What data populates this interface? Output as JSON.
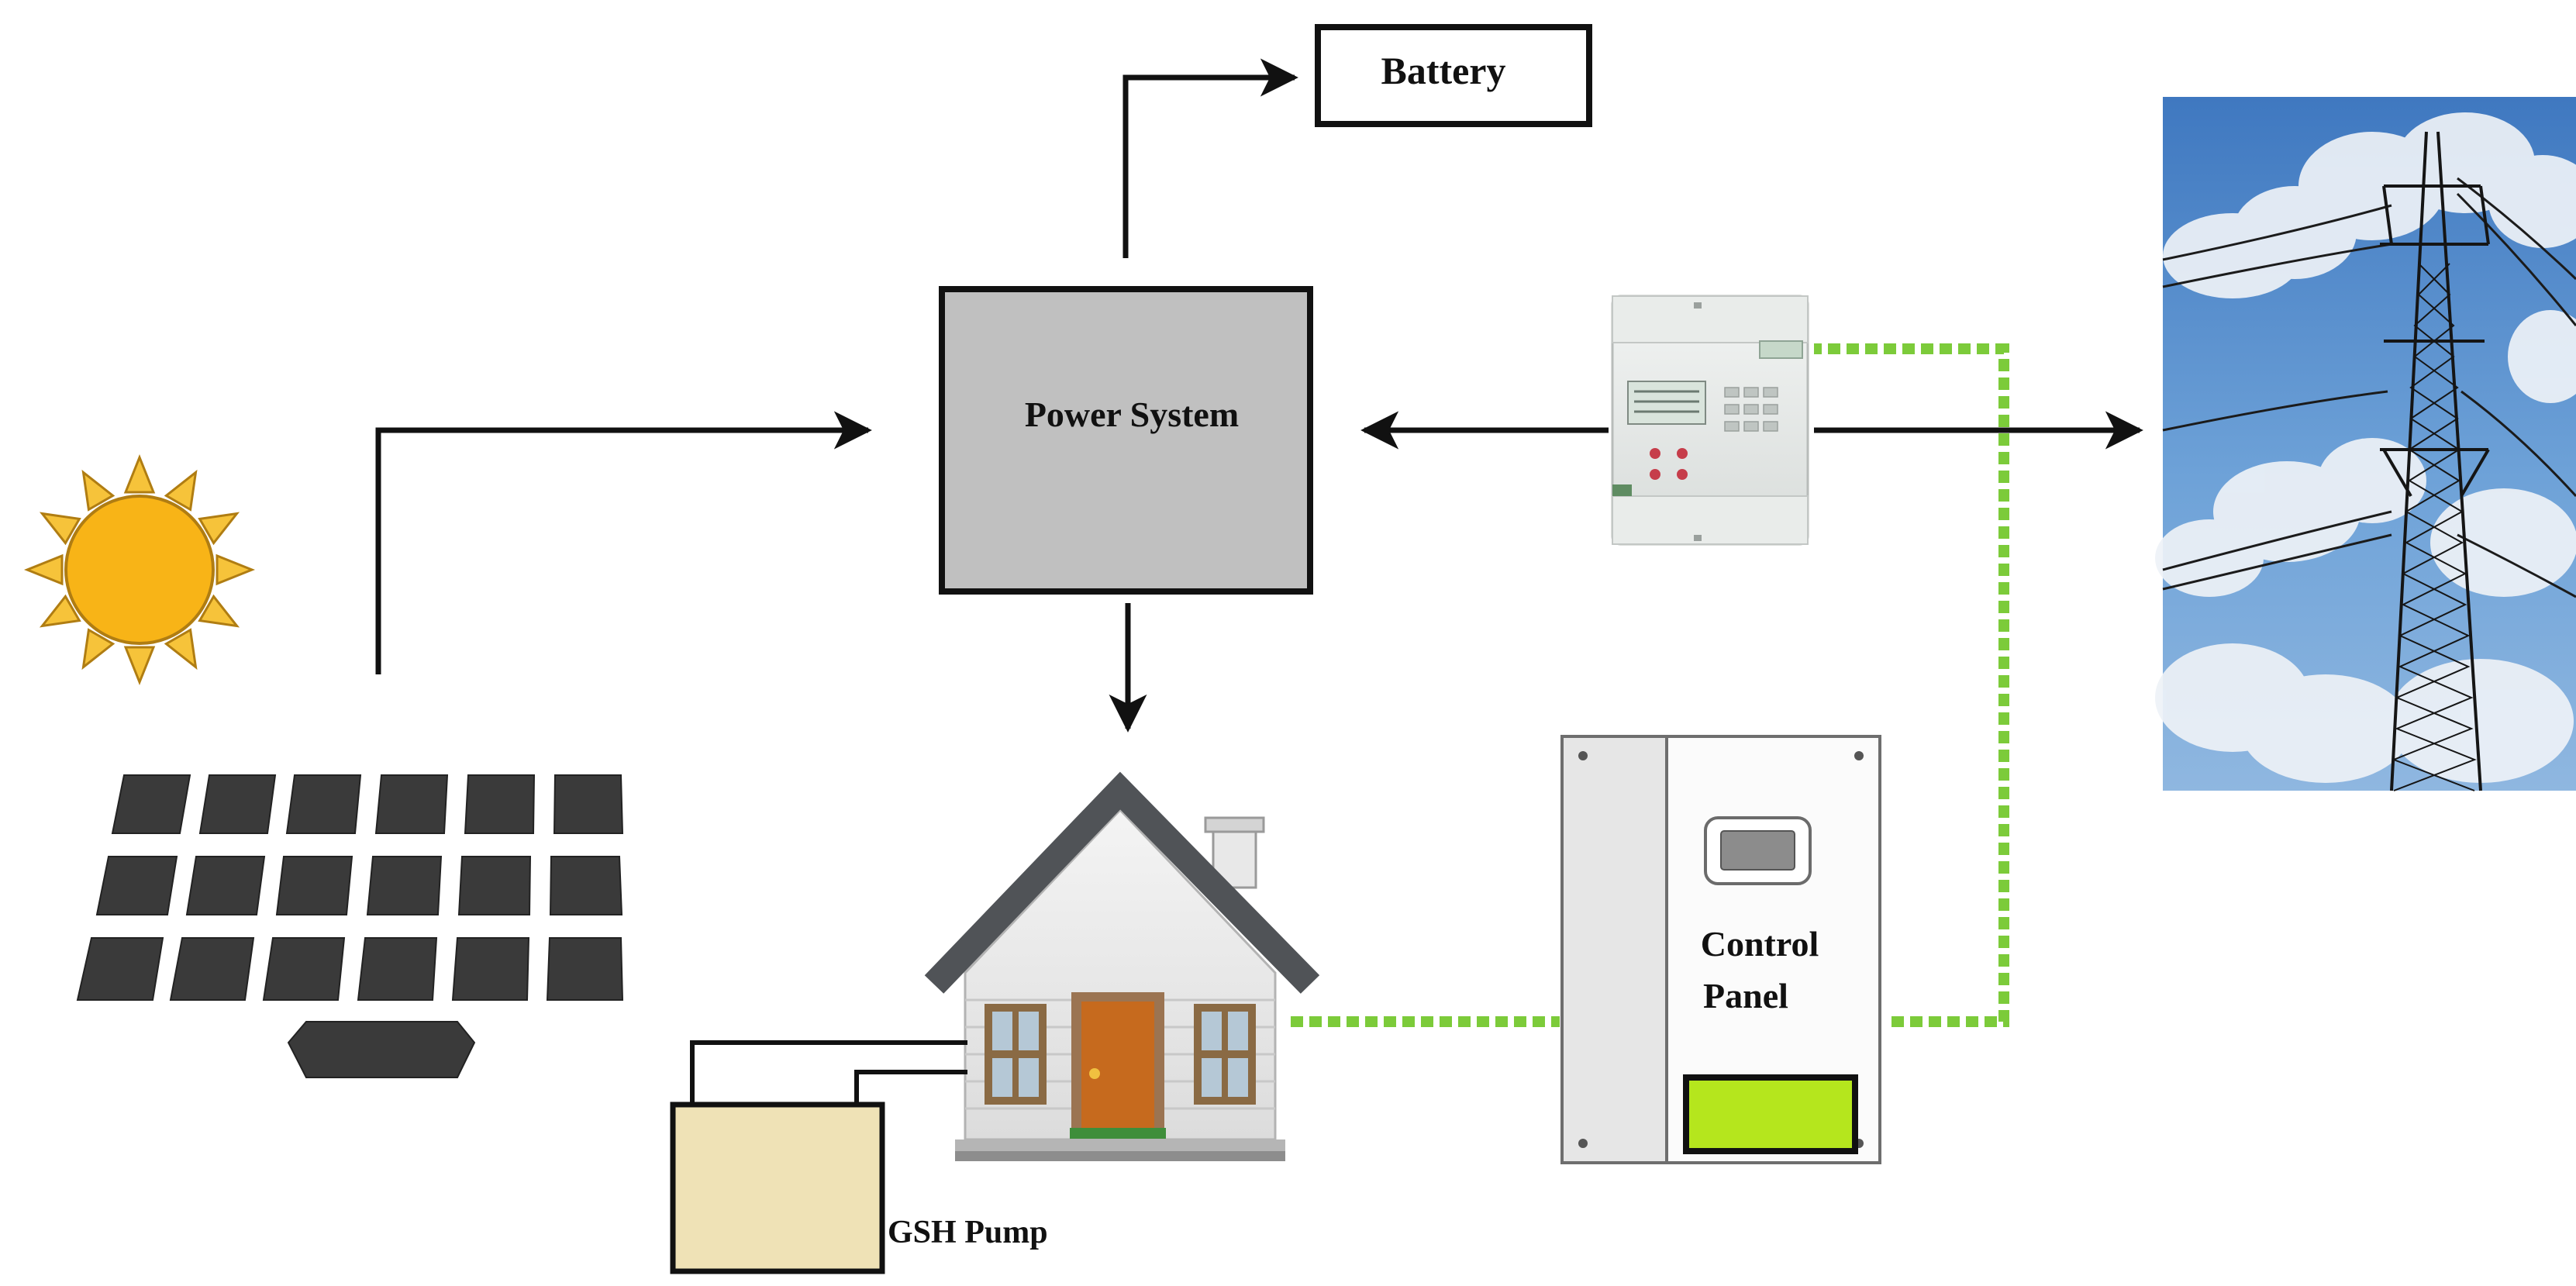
{
  "labels": {
    "battery": "Battery",
    "power_system": "Power System",
    "control_panel_line1": "Control",
    "control_panel_line2": "Panel",
    "gsh_pump": "GSH Pump"
  },
  "colors": {
    "sun_fill": "#f8b417",
    "sun_ray": "#f6c33a",
    "sun_outline": "#b07d12",
    "solar_cell": "#3a3a3a",
    "power_box_fill": "#c0c0c0",
    "pump_fill": "#efe2b6",
    "green_link": "#7ccb3a",
    "panel_screen": "#b5e61d",
    "arrow": "#111111",
    "sky": "#4c87c8",
    "door": "#c66a1e",
    "roof": "#505357"
  },
  "icons": {
    "sun": "sun-icon",
    "solar_panel": "solar-panel-icon",
    "house": "house-icon",
    "meter": "energy-meter-icon",
    "control_panel": "control-panel-icon",
    "grid": "power-grid-tower-icon"
  }
}
